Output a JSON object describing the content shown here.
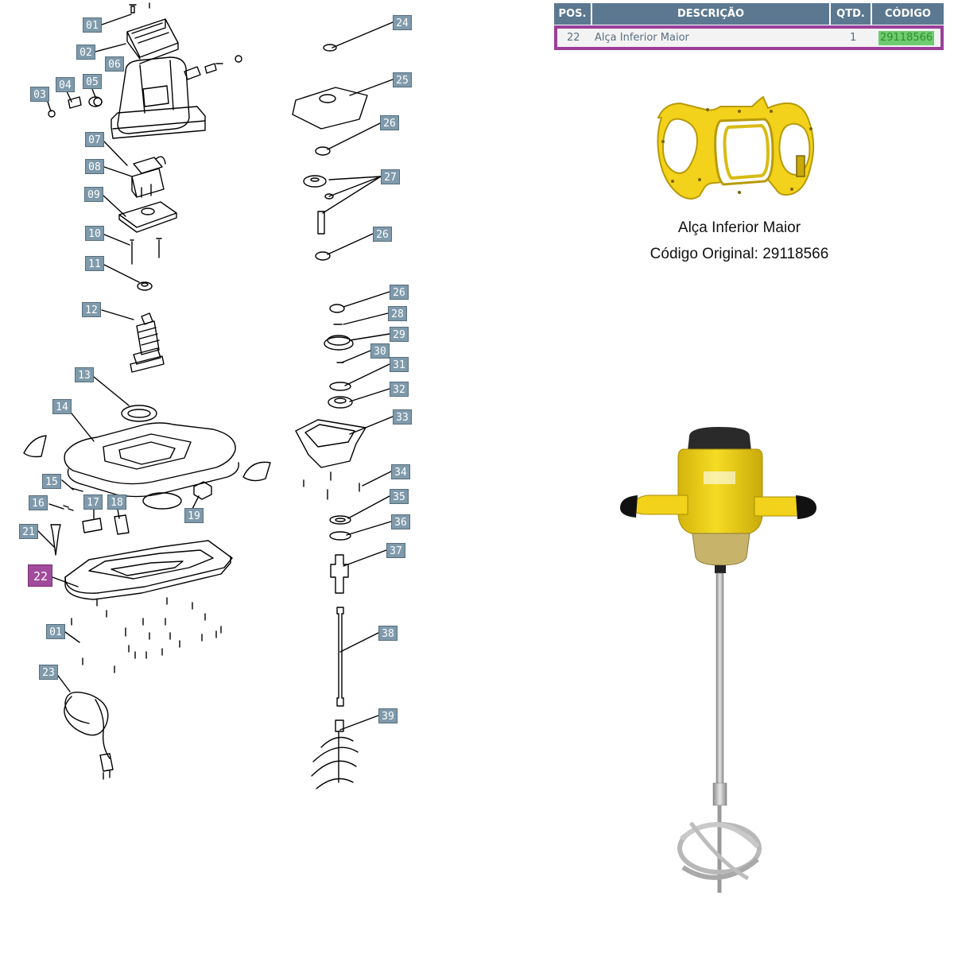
{
  "table": {
    "headers": {
      "pos": "POS.",
      "descricao": "DESCRIÇÃO",
      "qtd": "QTD.",
      "codigo": "CÓDIGO"
    },
    "row": {
      "pos": "22",
      "descricao": "Alça Inferior Maior",
      "qtd": "1",
      "codigo": "29118566"
    }
  },
  "product": {
    "name": "Alça Inferior Maior",
    "original_code": "Código Original: 29118566"
  },
  "labels": {
    "l01a": "01",
    "l02": "02",
    "l03": "03",
    "l04": "04",
    "l05": "05",
    "l06": "06",
    "l07": "07",
    "l08": "08",
    "l09": "09",
    "l10": "10",
    "l11": "11",
    "l12": "12",
    "l13": "13",
    "l14": "14",
    "l15": "15",
    "l16": "16",
    "l17": "17",
    "l18": "18",
    "l19": "19",
    "l21": "21",
    "l22": "22",
    "l01b": "01",
    "l23": "23",
    "l24": "24",
    "l25": "25",
    "l26a": "26",
    "l27": "27",
    "l26b": "26",
    "l26c": "26",
    "l28": "28",
    "l29": "29",
    "l30": "30",
    "l31": "31",
    "l32": "32",
    "l33": "33",
    "l34": "34",
    "l35": "35",
    "l36": "36",
    "l37": "37",
    "l38": "38",
    "l39": "39"
  },
  "highlighted_position": "22",
  "colors": {
    "label_bg": "#7f9aab",
    "highlight": "#a04b9c",
    "header_bg": "#5b7890",
    "code_bg": "#6fcb6f",
    "product_yellow": "#f2d21a"
  },
  "icons": [
    "handle-part-image",
    "mixer-tool-image"
  ]
}
